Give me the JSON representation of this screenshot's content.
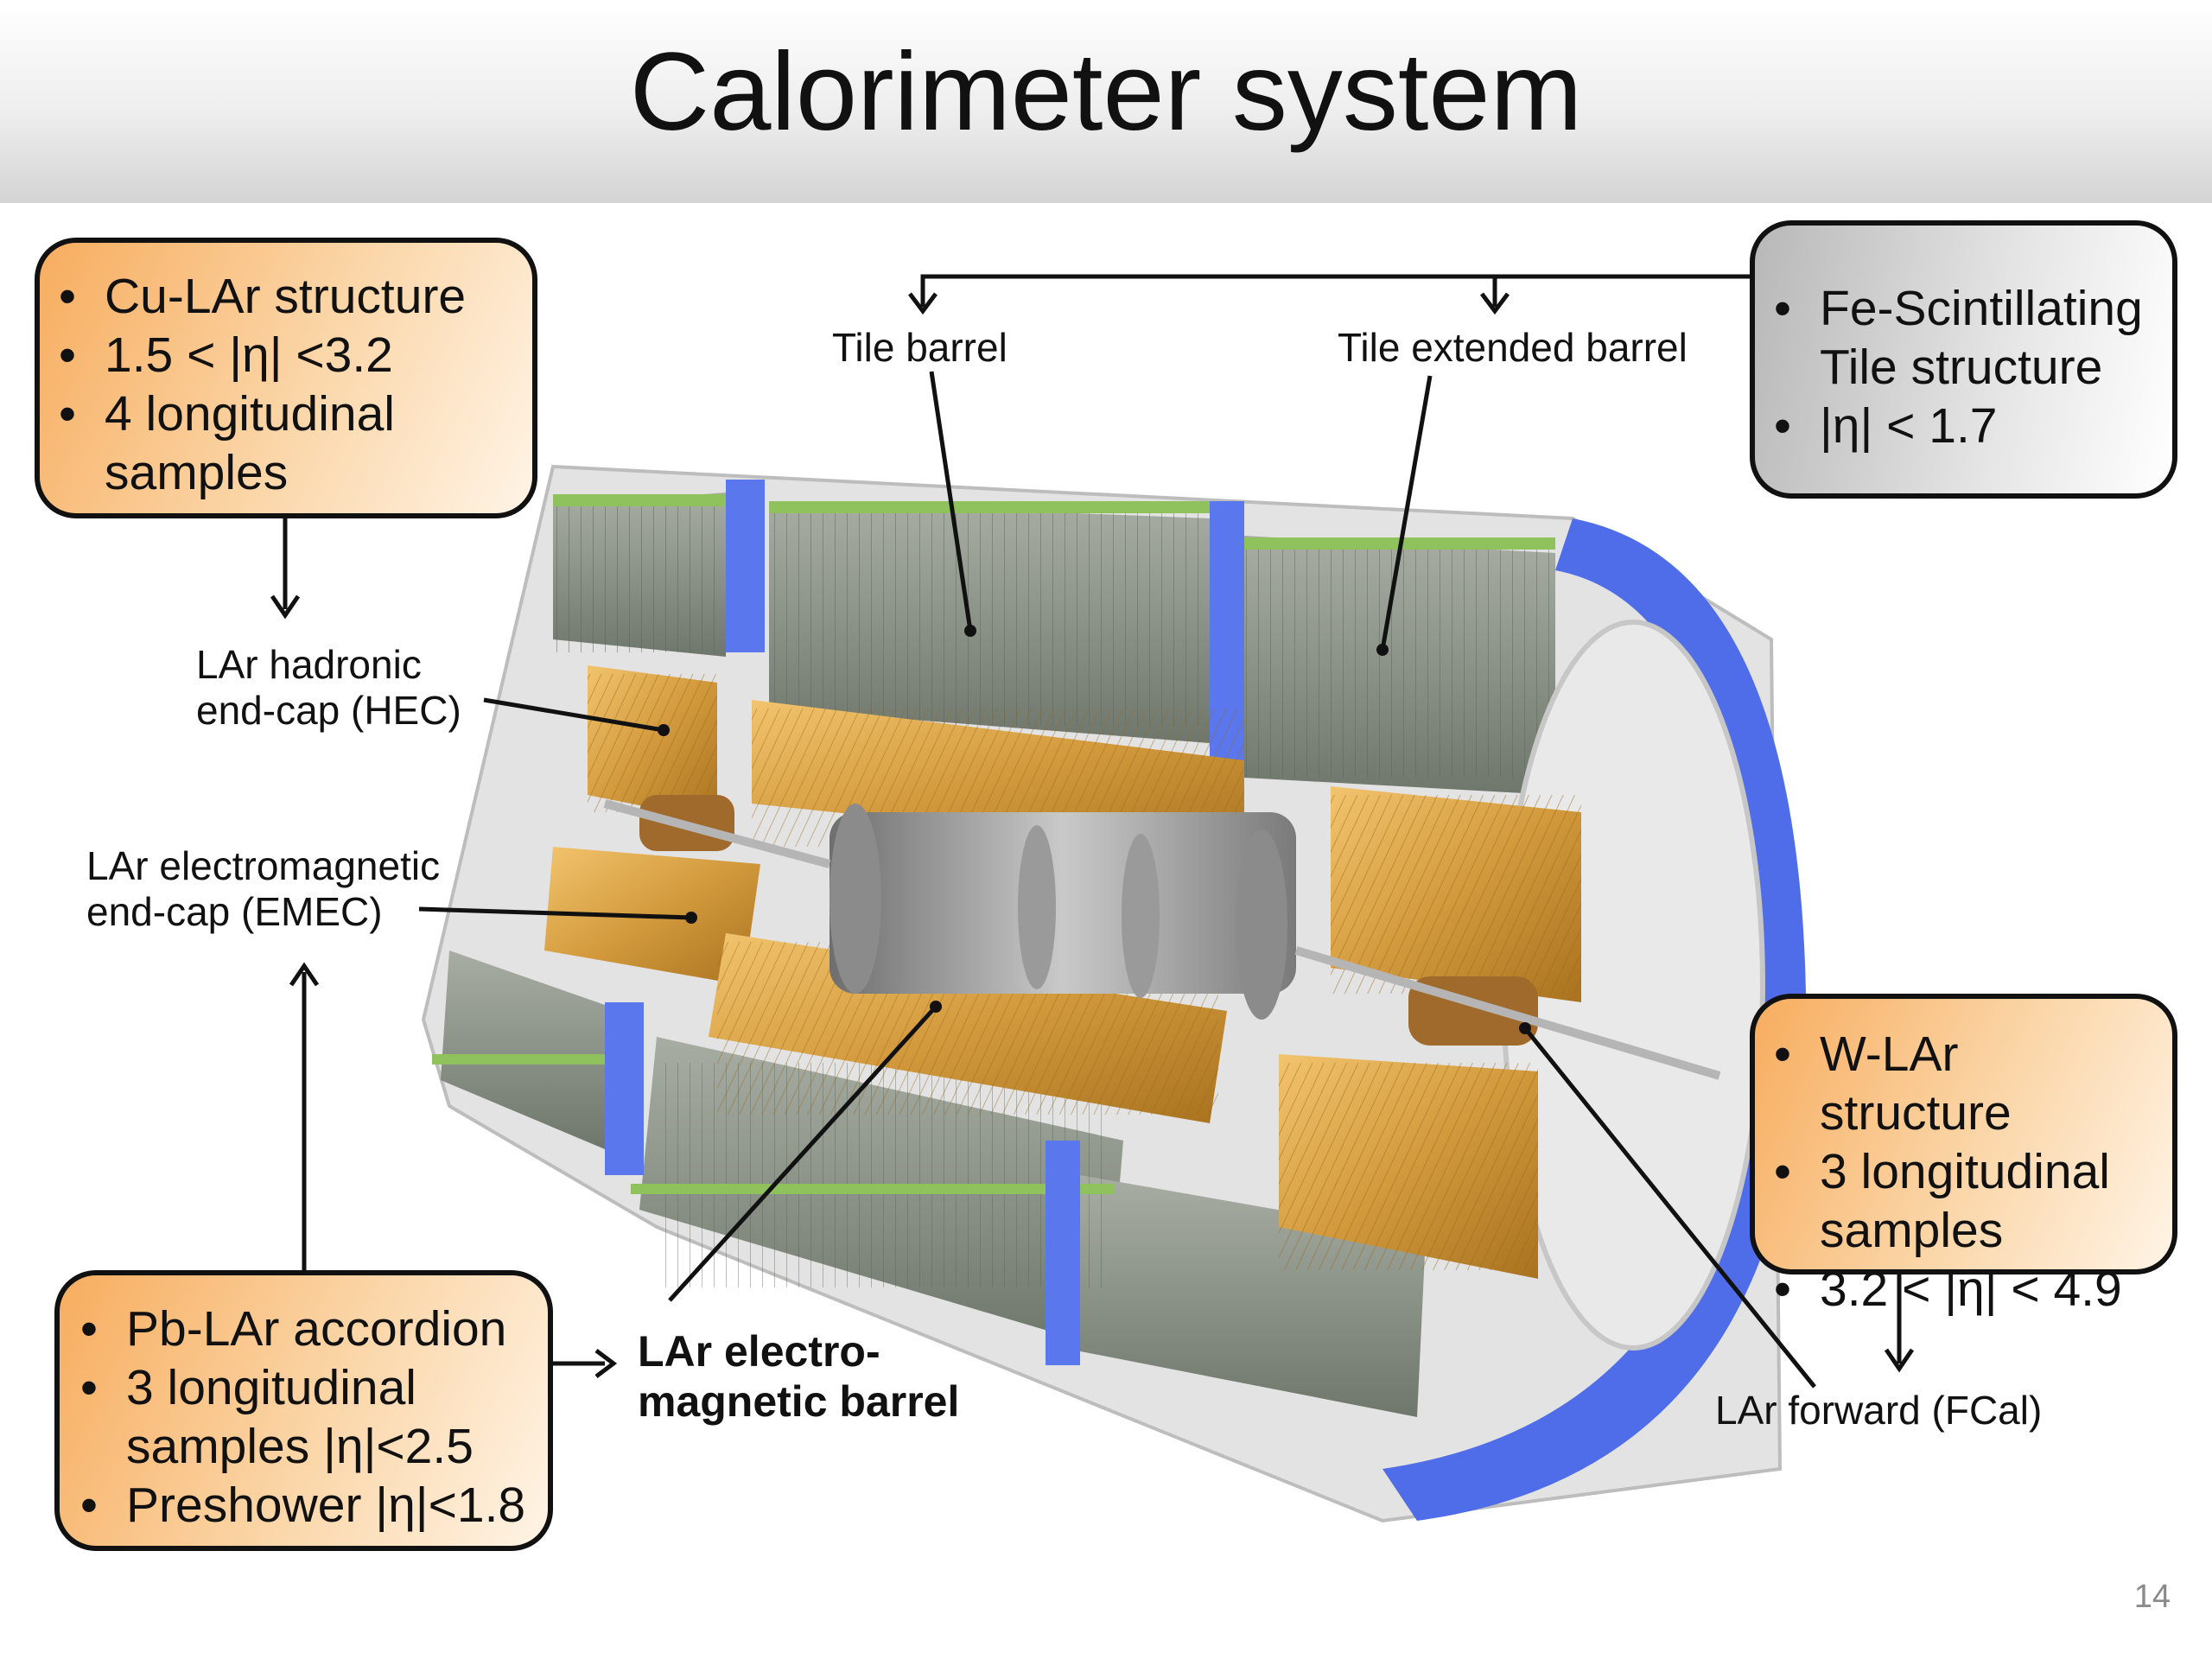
{
  "slide": {
    "title": "Calorimeter system",
    "page_number": "14"
  },
  "boxes": {
    "hec": [
      "Cu-LAr structure",
      "1.5 < |η| <3.2",
      "4 longitudinal samples"
    ],
    "tile": [
      "Fe-Scintillating Tile structure",
      "|η| < 1.7"
    ],
    "fcal": [
      "W-LAr structure",
      "3 longitudinal samples",
      "3.2 < |η| < 4.9"
    ],
    "em_barrel": [
      "Pb-LAr accordion",
      "3 longitudinal samples |η|<2.5",
      "Preshower |η|<1.8"
    ]
  },
  "labels": {
    "tile_barrel": "Tile barrel",
    "tile_extended_barrel": "Tile extended barrel",
    "hec_line1": "LAr hadronic",
    "hec_line2": "end-cap (HEC)",
    "emec_line1": "LAr electromagnetic",
    "emec_line2": "end-cap (EMEC)",
    "em_barrel_line1": "LAr electro-",
    "em_barrel_line2": "magnetic  barrel",
    "fcal": "LAr forward (FCal)"
  },
  "colors": {
    "orange_box": "#f7ad5f",
    "grey_box": "#c8c8c8",
    "tile_grey": "#8c9488",
    "lar_gold": "#d9a042",
    "support_blue": "#4f6de8"
  }
}
